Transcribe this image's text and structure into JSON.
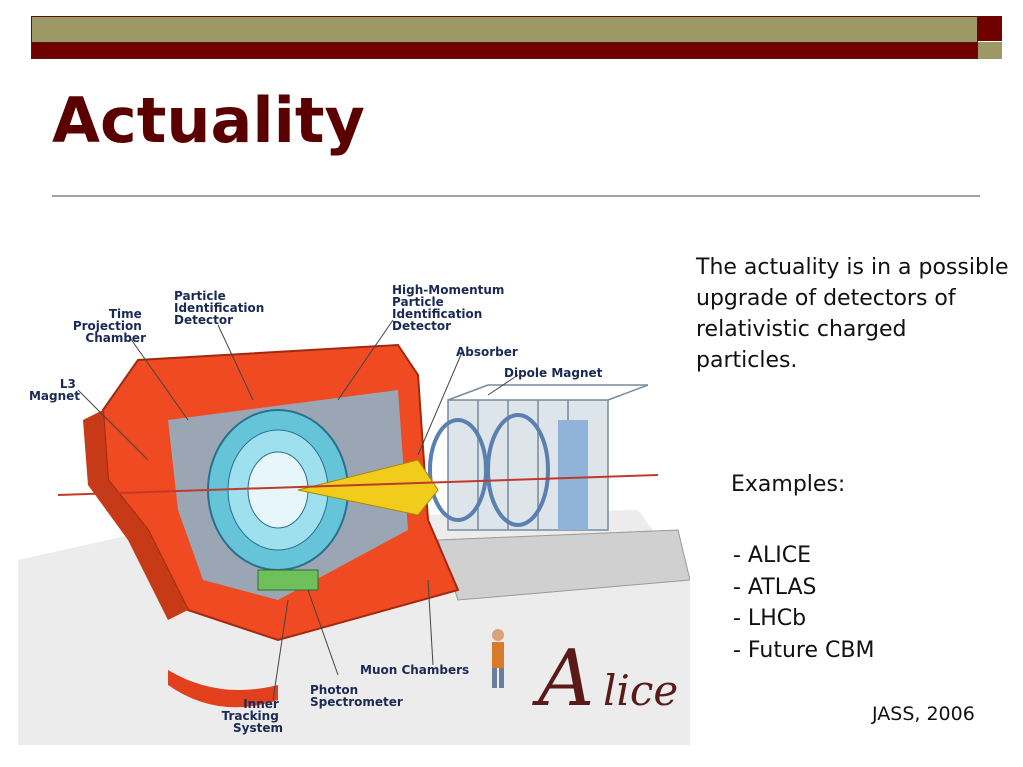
{
  "slide": {
    "title": "Actuality",
    "description": "The actuality is in a possible upgrade of detectors of relativistic charged particles.",
    "examples_label": "Examples:",
    "examples": [
      "- ALICE",
      "- ATLAS",
      "- LHCb",
      "- Future CBM"
    ],
    "footer": "JASS, 2006"
  },
  "figure": {
    "labels": {
      "tpc": [
        "Time",
        "Projection",
        "Chamber"
      ],
      "pid": [
        "Particle",
        "Identification",
        "Detector"
      ],
      "hmpid": [
        "High-Momentum",
        "Particle",
        "Identification",
        "Detector"
      ],
      "absorber": "Absorber",
      "dipole": "Dipole Magnet",
      "l3": [
        "L3",
        "Magnet"
      ],
      "muon": "Muon Chambers",
      "photon": [
        "Photon",
        "Spectrometer"
      ],
      "its": [
        "Inner",
        "Tracking",
        "System"
      ]
    },
    "logo_text": "Alice"
  },
  "colors": {
    "olive": "#9c9966",
    "maroon": "#700000",
    "title": "#5a0000"
  }
}
